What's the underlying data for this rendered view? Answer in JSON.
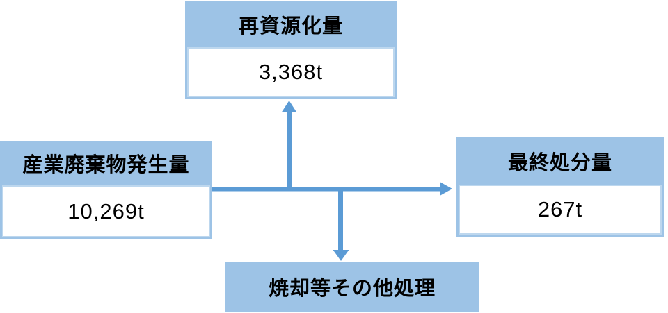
{
  "diagram": {
    "nodes": {
      "generation": {
        "title": "産業廃棄物発生量",
        "value": "10,269t"
      },
      "recycling": {
        "title": "再資源化量",
        "value": "3,368t"
      },
      "final_disposal": {
        "title": "最終処分量",
        "value": "267t"
      },
      "other_treatment": {
        "title": "焼却等その他処理"
      }
    },
    "colors": {
      "node_fill": "#9dc3e6",
      "arrow": "#5b9bd5",
      "value_box_border": "#bdd7ee",
      "value_box_bg": "#ffffff",
      "text": "#000000"
    }
  }
}
